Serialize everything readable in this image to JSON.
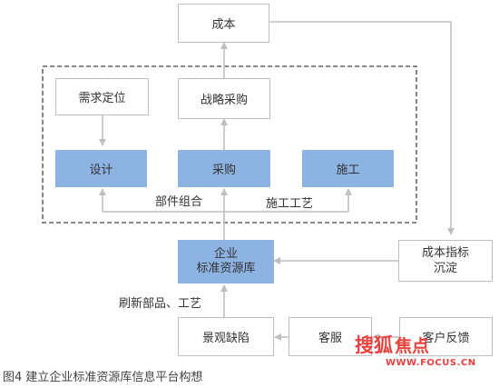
{
  "nodes": {
    "cost": "成本",
    "demand_positioning": "需求定位",
    "strategic_procurement": "战略采购",
    "design": "设计",
    "procurement": "采购",
    "construction": "施工",
    "enterprise_library": "企业\n标准资源库",
    "cost_index_sediment": "成本指标\n沉淀",
    "landscape_defects": "景观缺陷",
    "customer_service": "客服",
    "customer_feedback": "客户反馈"
  },
  "edge_labels": {
    "component_combination": "部件组合",
    "construction_process": "施工工艺",
    "refresh_parts": "刷新部品、工艺"
  },
  "caption": "图4 建立企业标准资源库信息平台构想",
  "watermark": {
    "brand": "搜狐",
    "sub": "焦点",
    "url": "WWW.FOCUS.CN"
  },
  "colors": {
    "blue_box": "#8db3e2",
    "border": "#bfbfbf",
    "arrow": "#bfbfbf",
    "dashed": "#404040",
    "watermark": "#e8423f"
  }
}
